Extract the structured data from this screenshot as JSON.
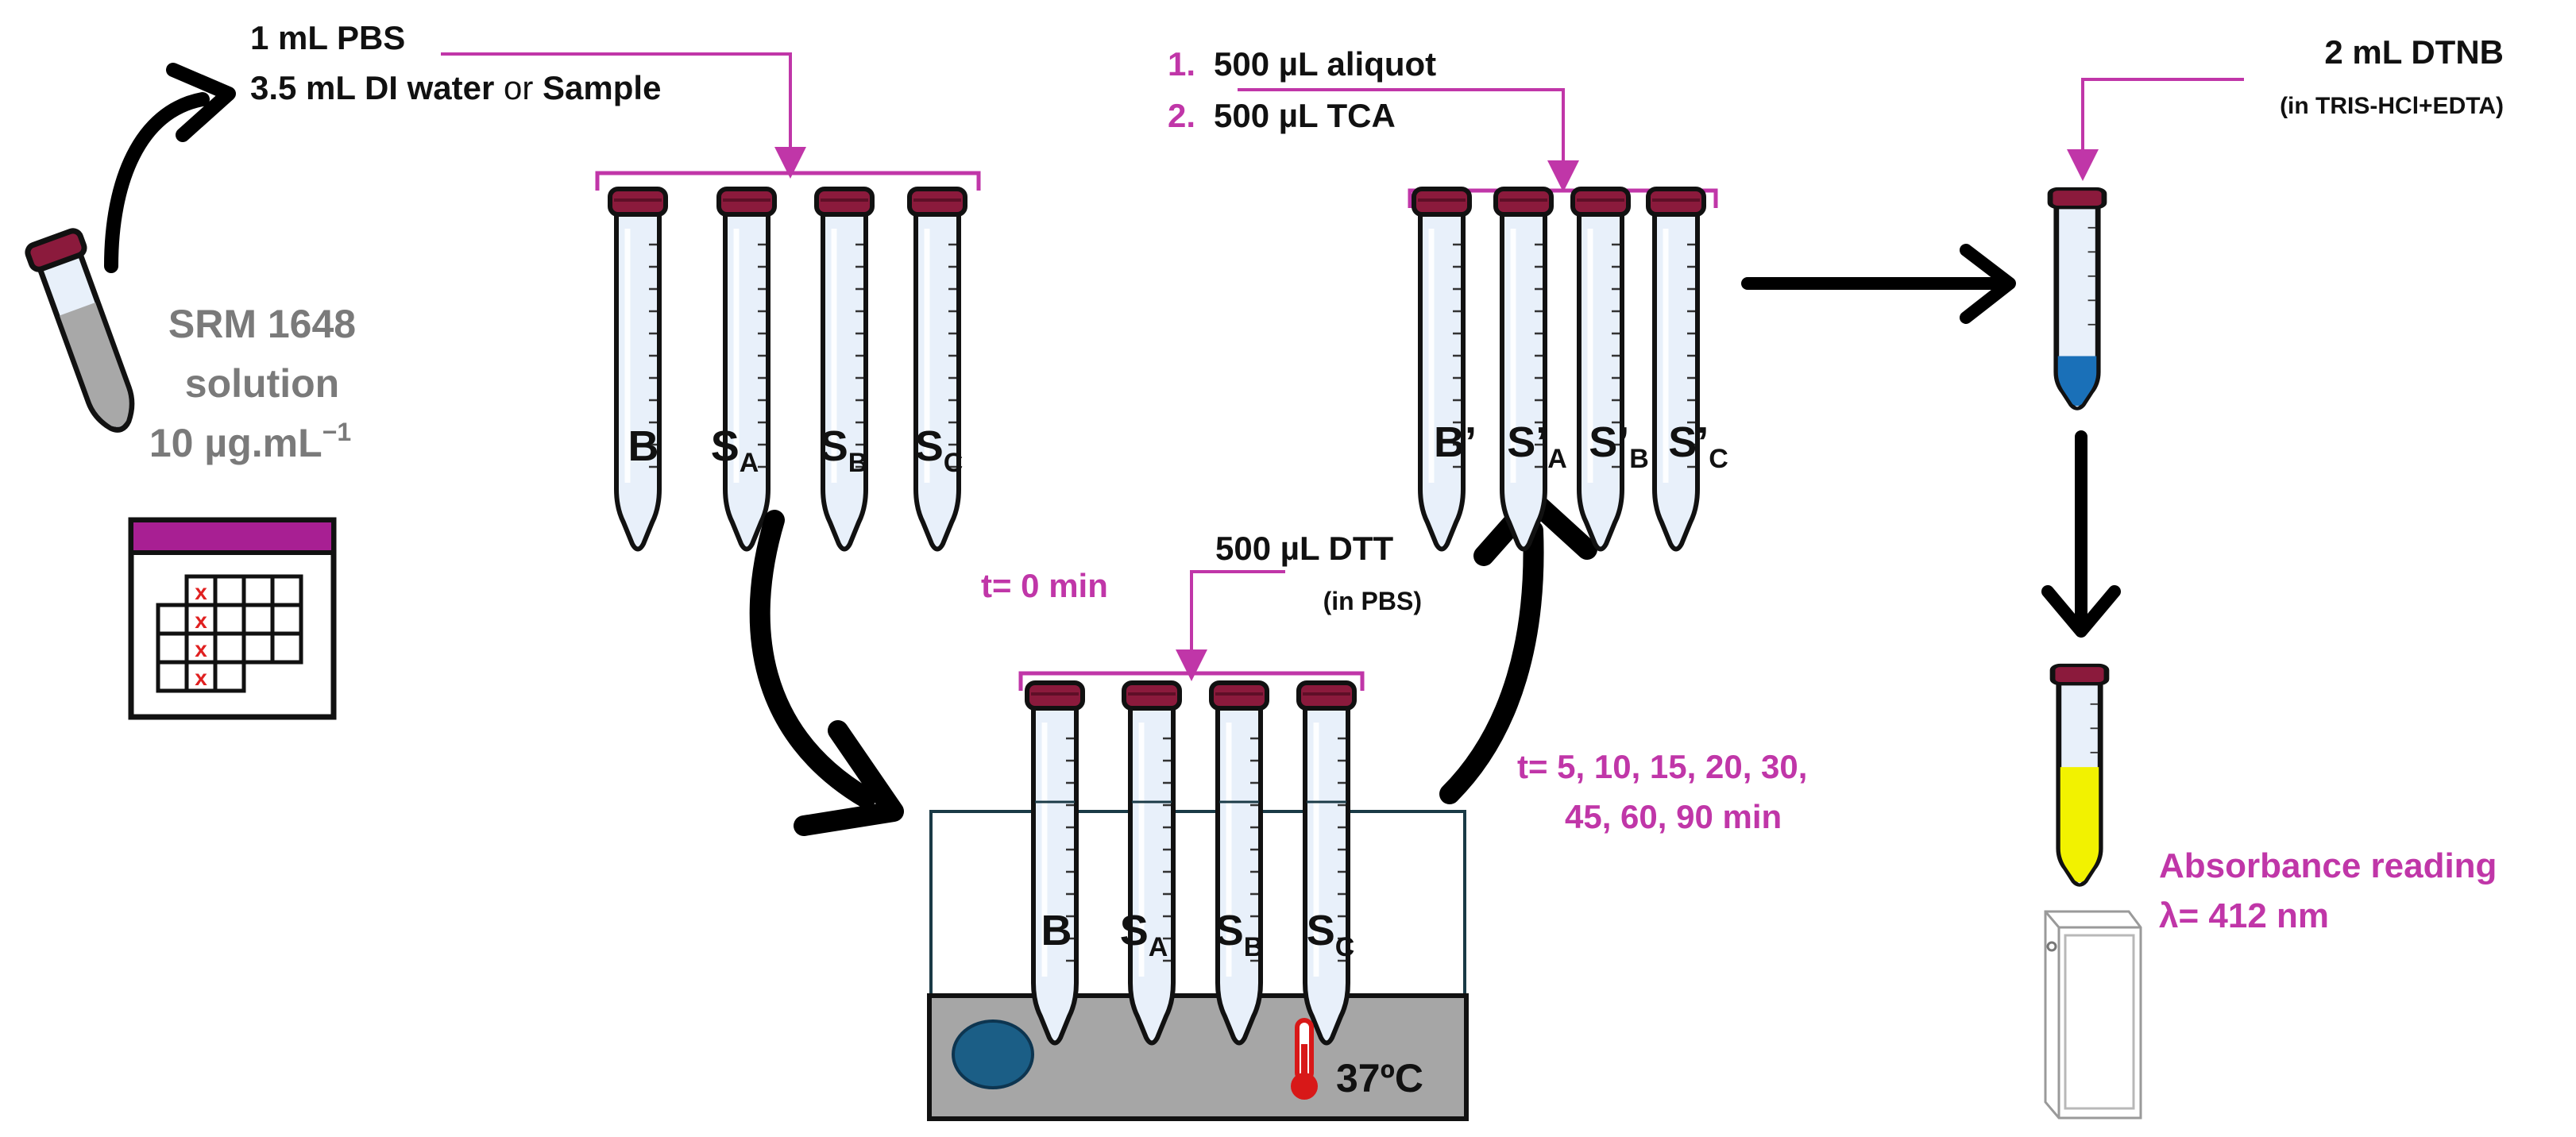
{
  "colors": {
    "magenta": "#c036a8",
    "cap": "#8b1a3c",
    "tube_fill": "#e8f0fa",
    "blue_liquid": "#1a70b8",
    "yellow_liquid": "#f2f200",
    "srm_liquid": "#a8a8a8",
    "bath_base": "#a6a6a6",
    "bath_button": "#1b5e86",
    "thermo": "#d81818",
    "calendar_bar": "#a81f93"
  },
  "icons": [
    "sample-vial-icon",
    "calendar-icon",
    "test-tube-icon",
    "water-bath-icon",
    "thermometer-icon",
    "cuvette-icon",
    "arrow-icon"
  ],
  "srm": {
    "add_line1": "1 mL PBS",
    "add_line2_a": "3.5 mL DI water",
    "add_line2_or": " or ",
    "add_line2_b": "Sample",
    "label_1": "SRM 1648",
    "label_2": "solution",
    "label_3": "10 µg.mL",
    "label_3_sup": "−1"
  },
  "tubes_group1": {
    "b": "B",
    "s": "S",
    "a": "A",
    "bsub": "B",
    "c": "C"
  },
  "dtt": {
    "time_label": "t= 0 min",
    "reagent": "500 µL DTT",
    "reagent_note": "(in PBS)",
    "times_line1": "t= 5, 10, 15, 20, 30,",
    "times_line2": "45, 60, 90 min",
    "temperature": "37ºC"
  },
  "tubes_bath": {
    "b": "B",
    "s": "S",
    "a": "A",
    "bsub": "B",
    "c": "C"
  },
  "aliquot": {
    "step1_num": "1.",
    "step1_text": "500 µL aliquot",
    "step2_num": "2.",
    "step2_text": "500 µL TCA"
  },
  "tubes_group2": {
    "b": "B’",
    "s": "S’",
    "a": "A",
    "bsub": "B",
    "c": "C"
  },
  "dtnb": {
    "reagent": "2 mL DTNB",
    "note": "(in TRIS-HCl+EDTA)"
  },
  "readout": {
    "line1": "Absorbance reading",
    "line2": "λ= 412 nm"
  },
  "calendar_marks": [
    "x",
    "x",
    "x",
    "x"
  ]
}
